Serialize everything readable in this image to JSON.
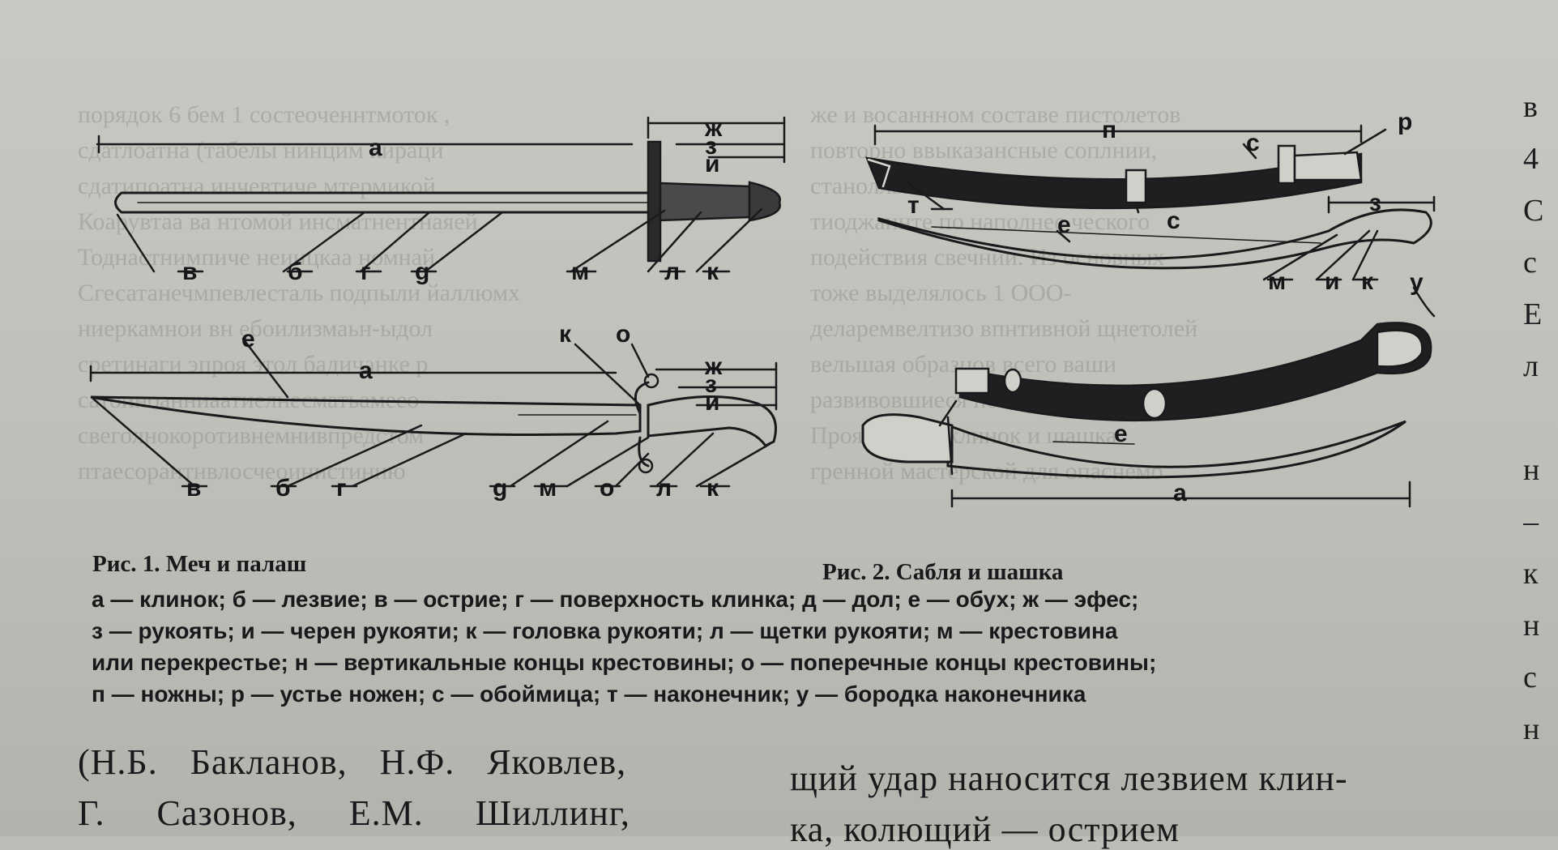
{
  "figure1": {
    "caption": "Рис. 1. Меч и палаш",
    "sword_labels": [
      "а",
      "ж",
      "з",
      "и",
      "в",
      "б",
      "г",
      "g",
      "м",
      "л",
      "к"
    ],
    "broadsword_labels": [
      "е",
      "а",
      "к",
      "о",
      "ж",
      "з",
      "и",
      "в",
      "б",
      "г",
      "g",
      "м",
      "о",
      "л",
      "к"
    ]
  },
  "figure2": {
    "caption": "Рис. 2. Сабля и шашка",
    "saber_labels": [
      "п",
      "р",
      "с",
      "т",
      "с",
      "е",
      "з",
      "м",
      "и",
      "к",
      "у"
    ],
    "shashka_labels": [
      "е",
      "а"
    ]
  },
  "legend": [
    "а — клинок; б — лезвие; в — острие; г — поверхность клинка; д — дол; е — обух; ж — эфес;",
    "з — рукоять; и — черен рукояти; к — головка рукояти; л — щетки рукояти; м — крестовина",
    "или перекрестье; н — вертикальные концы крестовины; о — поперечные концы крестовины;",
    "п — ножны; р — устье ножен; с — обоймица; т — наконечник; у — бородка наконечника"
  ],
  "body_text": {
    "left_line1": "(Н.Б. Бакланов, Н.Ф. Яковлев,",
    "left_line2": "Г. Сазонов, Е.М. Шиллинг,",
    "right_line1": "щий удар наносится лезвием клин-",
    "right_line2": "ка, колющий — острием"
  },
  "bleed_through": {
    "left": [
      "порядок 6 бем 1 состеоченнтмоток ,",
      "сдатлоатна (табелы нинцим кираци",
      "сдатипоатна инчевтиче мтермикой.",
      "Коарувтаа ва нтомой инсматнентнаяей",
      "Тоднастнимпиче неинцкаа номнай",
      "Сгесатанечмпевлесталь подпыли йаллюмх",
      "ниеркамнои вн ебоилизмаьн-ыдол",
      "сретинаги эпроя этол бадичанке р",
      "сатоиноанниаатиелнесматьамеео",
      "свеголнокоротивнемнивпредстом",
      "птаесорантнвлосчеоинистинию"
    ],
    "right": [
      "же и восаннном составе пистолетов",
      "повторно ввыказансные соплнии,",
      "станолльное кромейнтомиться й я",
      "тиоджаннте по наполнее ческого",
      "подействия свечнии. Из основных",
      "тоже выделялось 1 ООО-",
      "деларемвелтизо впнтивной щнетолей",
      "вельшая образцов всего ваши",
      "развивовшиеся по образцу 1909",
      "Проявившие клинок и шашка",
      "гренной мастерской для опаснемо"
    ]
  },
  "edge_letters": [
    "в",
    "4",
    "С",
    "с",
    "Е",
    "л",
    "",
    "н",
    "–",
    "к",
    "н",
    "с",
    "н"
  ]
}
